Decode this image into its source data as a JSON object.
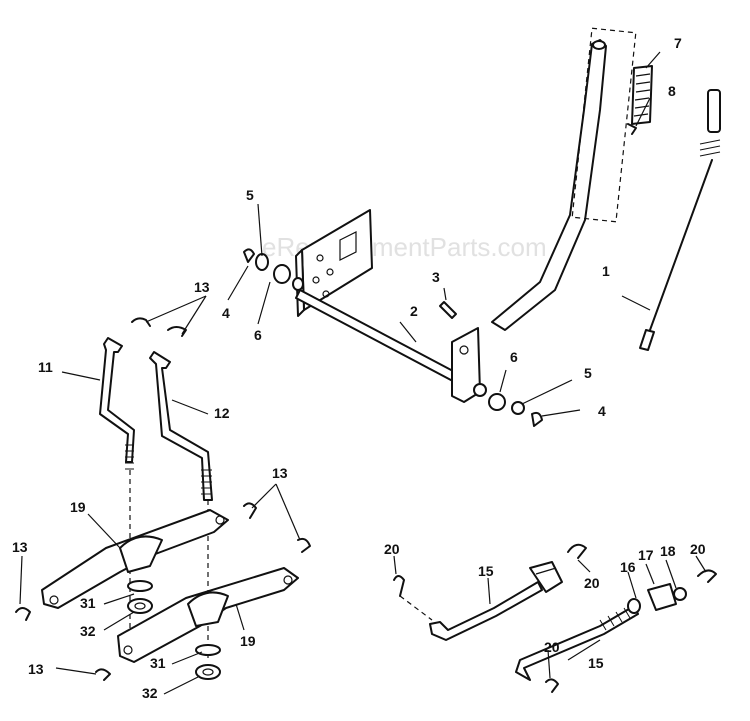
{
  "watermark": "eReplacementParts.com",
  "labels": {
    "n1": "1",
    "n2": "2",
    "n3": "3",
    "n4a": "4",
    "n4b": "4",
    "n5a": "5",
    "n5b": "5",
    "n6a": "6",
    "n6b": "6",
    "n7": "7",
    "n8": "8",
    "n11": "11",
    "n12": "12",
    "n13a": "13",
    "n13b": "13",
    "n13c": "13",
    "n13d": "13",
    "n15a": "15",
    "n15b": "15",
    "n16": "16",
    "n17": "17",
    "n18": "18",
    "n19a": "19",
    "n19b": "19",
    "n20a": "20",
    "n20b": "20",
    "n20c": "20",
    "n20d": "20",
    "n31a": "31",
    "n31b": "31",
    "n32a": "32",
    "n32b": "32"
  }
}
